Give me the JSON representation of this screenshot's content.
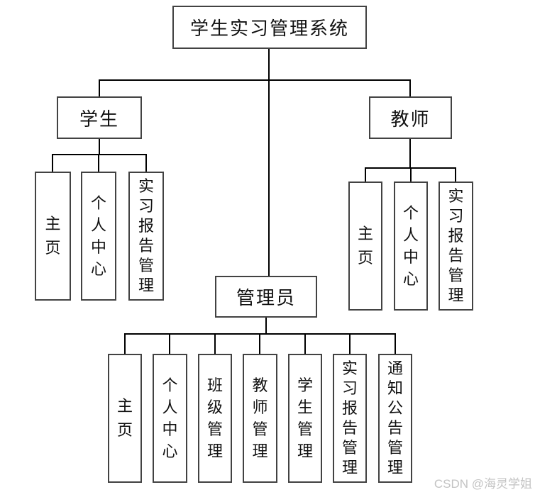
{
  "diagram": {
    "title": "学生实习管理系统",
    "root": {
      "label": "学生实习管理系统"
    },
    "branches": [
      {
        "id": "student",
        "label": "学生",
        "children": [
          "主页",
          "个人中心",
          "实习报告管理"
        ]
      },
      {
        "id": "admin",
        "label": "管理员",
        "children": [
          "主页",
          "个人中心",
          "班级管理",
          "教师管理",
          "学生管理",
          "实习报告管理",
          "通知公告管理"
        ]
      },
      {
        "id": "teacher",
        "label": "教师",
        "children": [
          "主页",
          "个人中心",
          "实习报告管理"
        ]
      }
    ]
  },
  "watermark": {
    "text": "CSDN @海灵学姐",
    "color": "#c3c3c3"
  },
  "colors": {
    "background": "#ffffff",
    "line": "#000000",
    "box_border": "#424242",
    "text": "#111111"
  }
}
